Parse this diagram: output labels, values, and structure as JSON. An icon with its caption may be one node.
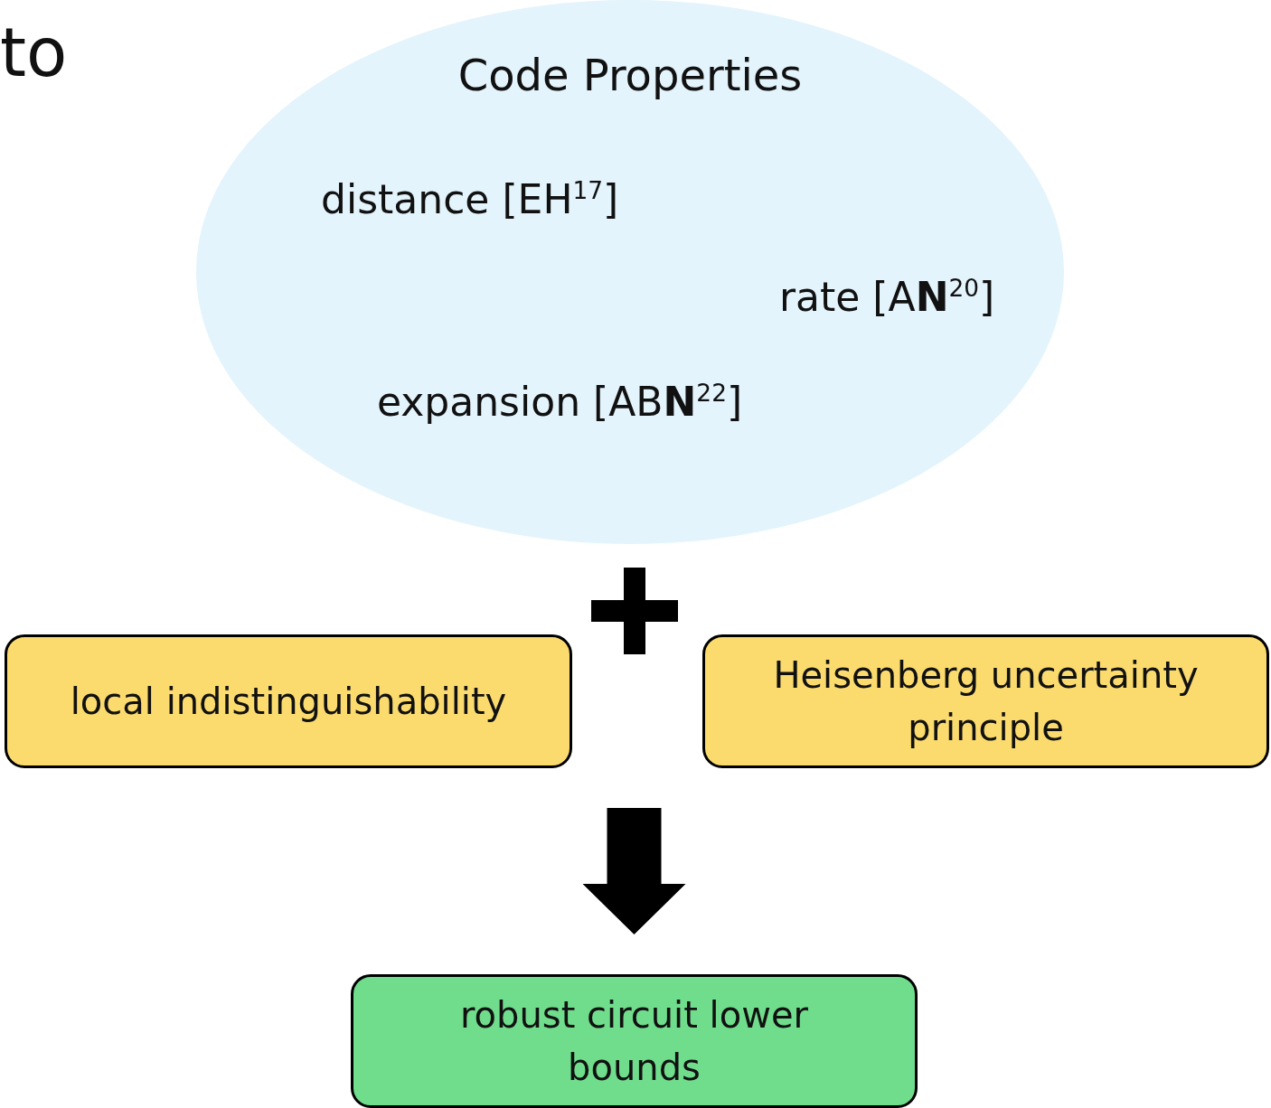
{
  "diagram": {
    "nodes": [
      {
        "text": [
          "Code Properties",
          "distance [EH$^{17}$]",
          "rate [A**N**$^{20}$]",
          "expansion [AB**N**$^{22}$]"
        ]
      },
      {
        "text": [
          "local indistinguishability"
        ]
      },
      {
        "text": [
          "Heisenberg uncertainty principle"
        ]
      },
      {
        "text": [
          "robust circuit lower bounds"
        ]
      }
    ],
    "edges": [
      {
        "from": 1,
        "to": 3,
        "arrow": "to",
        "style": "thick"
      },
      {
        "from": 2,
        "to": 3,
        "arrow": "to",
        "style": "thick"
      }
    ],
    "labels": [
      "to"
    ]
  }
}
